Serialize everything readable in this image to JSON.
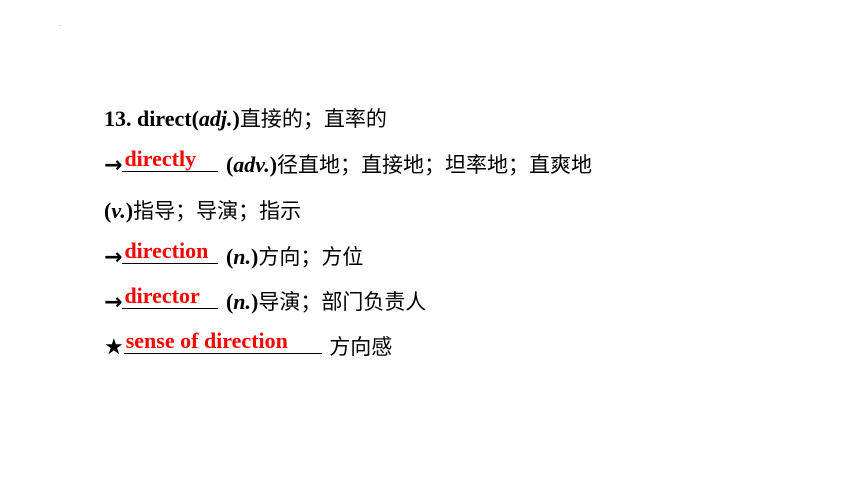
{
  "entry": {
    "number": "13.",
    "word": "direct",
    "pos": "adj.",
    "meaning": "直接的；直率的"
  },
  "items": [
    {
      "prefix": "→",
      "answer": "directly",
      "pos": "adv.",
      "meaning": "径直地；直接地；坦率地；直爽地"
    },
    {
      "pos": "v.",
      "meaning": "指导；导演；指示"
    },
    {
      "prefix": "→",
      "answer": "direction",
      "pos": "n.",
      "meaning": "方向；方位"
    },
    {
      "prefix": "→",
      "answer": "director",
      "pos": "n.",
      "meaning": "导演；部门负责人"
    },
    {
      "prefix": "★",
      "answer": "sense of direction",
      "meaning": "方向感"
    }
  ],
  "colors": {
    "answer": "#ff0000",
    "text": "#000000"
  }
}
